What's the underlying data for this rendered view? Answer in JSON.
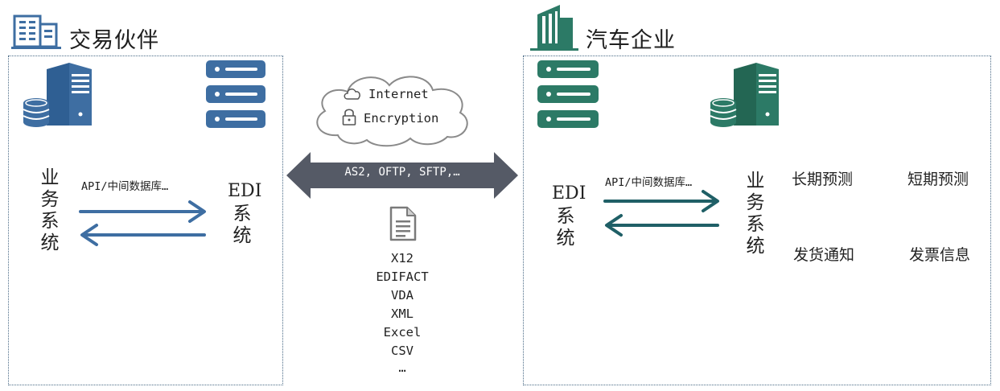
{
  "colors": {
    "left_blue": "#3e6ea2",
    "right_green": "#2c7a66",
    "arrow_gray": "#555a66",
    "dark_teal": "#1f5f66"
  },
  "left": {
    "title": "交易伙伴",
    "business_system": "业务系统",
    "edi_label": "EDI",
    "edi_sub": "系统",
    "api_text": "API/中间数据库…"
  },
  "right": {
    "title": "汽车企业",
    "business_system": "业务系统",
    "edi_label": "EDI",
    "edi_sub": "系统",
    "api_text": "API/中间数据库…",
    "tags": [
      "长期预测",
      "短期预测",
      "发货通知",
      "发票信息"
    ]
  },
  "center": {
    "cloud_lines": [
      "Internet",
      "Encryption"
    ],
    "protocols": "AS2, OFTP, SFTP,…",
    "formats": [
      "X12",
      "EDIFACT",
      "VDA",
      "XML",
      "Excel",
      "CSV",
      "…"
    ]
  }
}
